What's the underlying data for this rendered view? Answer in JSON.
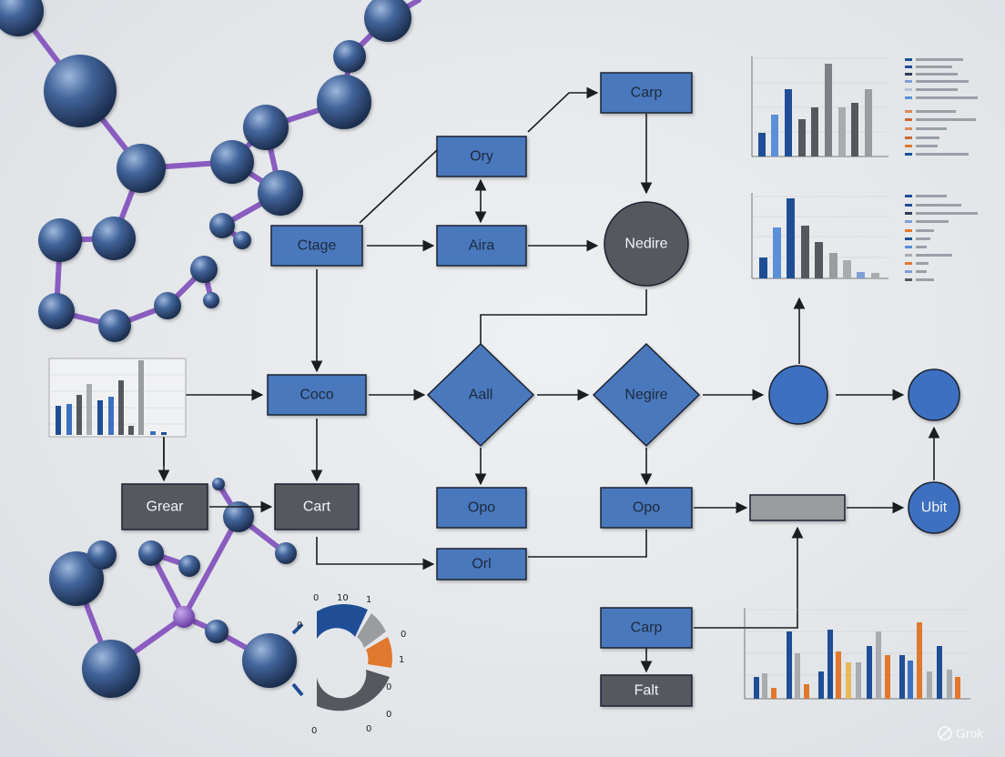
{
  "nodes": {
    "carp_top": "Carp",
    "ory": "Ory",
    "ctage": "Ctage",
    "aira": "Aira",
    "nedire": "Nedire",
    "coco": "Coco",
    "aall": "Aall",
    "negire": "Negire",
    "grear": "Grear",
    "cart": "Cart",
    "opo_left": "Opo",
    "opo_right": "Opo",
    "orl": "Orl",
    "ubit": "Ubit",
    "carp_bottom": "Carp",
    "falt": "Falt"
  },
  "gauge": {
    "labels": [
      "0",
      "10",
      "1",
      "0",
      "0",
      "1",
      "0",
      "0",
      "0",
      "0"
    ]
  },
  "watermark": "Grok",
  "colors": {
    "node_blue": "#4a78bd",
    "node_dark": "#55595f",
    "node_gray": "#9a9c9f",
    "circle_blue": "#3d6fc0",
    "accent_orange": "#e0782e",
    "molecule_sphere": "#3f5f8e",
    "molecule_bond": "#8a5cc0"
  }
}
